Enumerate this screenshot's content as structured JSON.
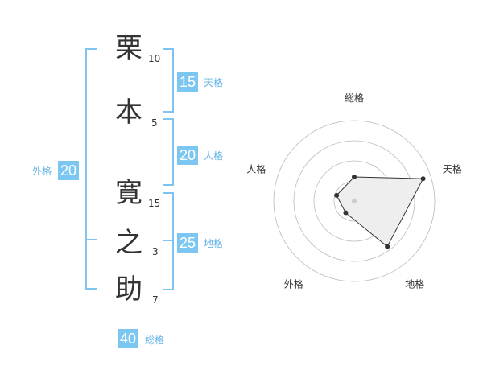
{
  "name": {
    "chars": [
      {
        "char": "栗",
        "strokes": "10"
      },
      {
        "char": "本",
        "strokes": "5"
      },
      {
        "char": "寛",
        "strokes": "15"
      },
      {
        "char": "之",
        "strokes": "3"
      },
      {
        "char": "助",
        "strokes": "7"
      }
    ]
  },
  "kakusu": {
    "tenkaku": {
      "value": "15",
      "label": "天格"
    },
    "jinkaku": {
      "value": "20",
      "label": "人格"
    },
    "chikaku": {
      "value": "25",
      "label": "地格"
    },
    "gaikaku": {
      "value": "20",
      "label": "外格"
    },
    "soukaku": {
      "value": "40",
      "label": "総格"
    }
  },
  "colors": {
    "accent": "#7cc7f2",
    "bracket": "#7fc4f0",
    "text": "#333333"
  },
  "chart_data": {
    "type": "radar",
    "axes": [
      "総格",
      "天格",
      "地格",
      "外格",
      "人格"
    ],
    "levels": 4,
    "values": [
      0.3,
      0.9,
      0.7,
      0.18,
      0.23
    ],
    "fill": "#eeeeee",
    "stroke": "#333333"
  }
}
